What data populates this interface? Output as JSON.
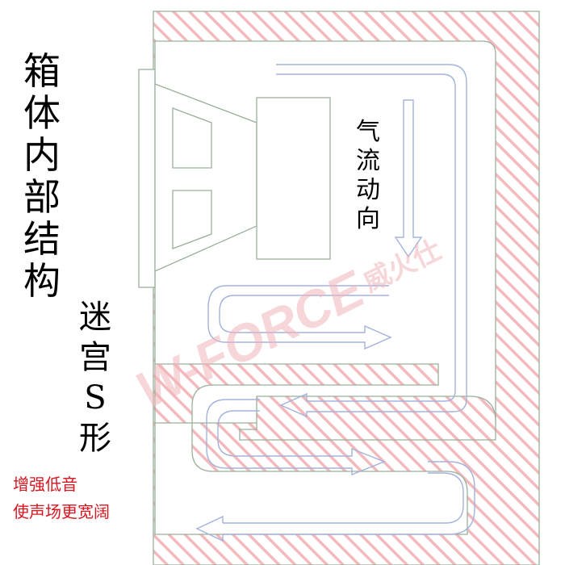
{
  "labels": {
    "title_chars": [
      "箱",
      "体",
      "内",
      "部",
      "结",
      "构"
    ],
    "maze_chars": [
      "迷",
      "宫",
      "S",
      "形"
    ],
    "airflow_chars": [
      "气",
      "流",
      "动",
      "向"
    ],
    "note_line1": "增强低音",
    "note_line2": "使声场更宽阔"
  },
  "watermark": {
    "text": "W-FORCE",
    "chinese": "威火仕"
  },
  "colors": {
    "hatch": "#f3b9bd",
    "outline": "#9bb09b",
    "arrow": "#a3b3dc",
    "watermark": "#f0b6bb",
    "red_text": "#d9161f"
  }
}
